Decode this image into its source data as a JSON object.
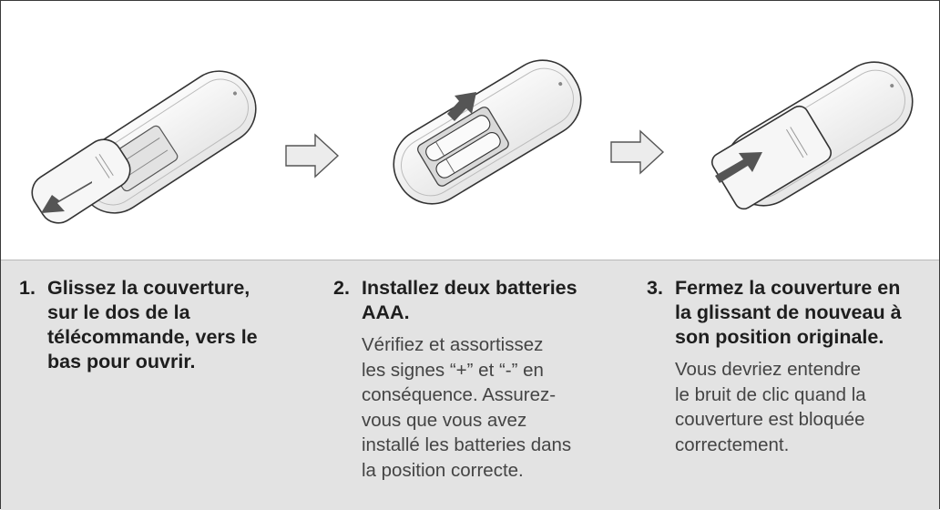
{
  "illustrations": {
    "remote_1": "remote-cover-open",
    "arrow_1": "right-arrow",
    "remote_2": "remote-batteries-installed",
    "arrow_2": "right-arrow",
    "remote_3": "remote-cover-closing"
  },
  "colors": {
    "panel_background": "#e3e3e3",
    "border": "#3a3a3a",
    "title_text": "#1e1e1e",
    "description_text": "#444444",
    "remote_fill": "#f4f4f4",
    "arrow_fill": "#ececec",
    "motion_arrow": "#555555"
  },
  "steps": [
    {
      "number": "1.",
      "title": "Glissez la couverture,\nsur le  dos de la\ntélécommande, vers le\nbas pour ouvrir.",
      "description": ""
    },
    {
      "number": "2.",
      "title": "Installez deux batteries\nAAA.",
      "description": "Vérifiez et assortissez\nles signes “+” et “-” en\nconséquence. Assurez-\nvous que vous avez\ninstallé les batteries dans\nla position correcte."
    },
    {
      "number": "3.",
      "title": "Fermez la couverture en\nla glissant de nouveau à\nson position originale.",
      "description": "Vous devriez entendre\nle bruit de clic quand la\ncouverture est bloquée\ncorrectement."
    }
  ]
}
